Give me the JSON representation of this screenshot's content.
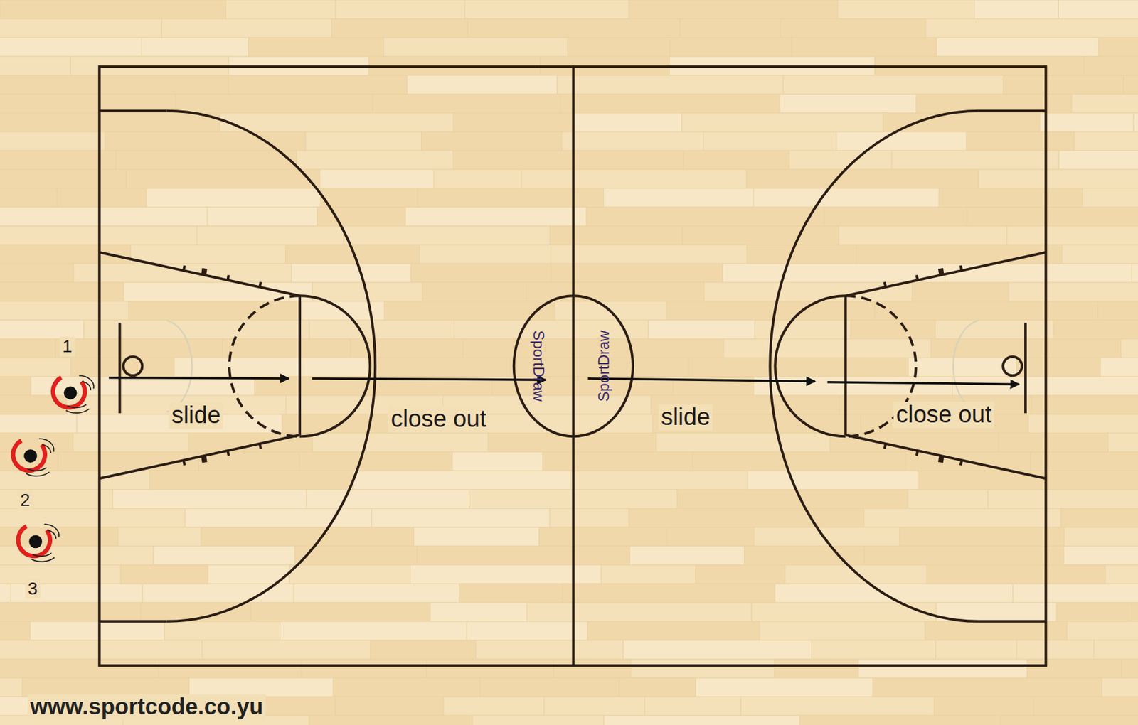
{
  "diagram": {
    "labels": [
      "1",
      "2",
      "3",
      "slide",
      "close out",
      "slide",
      "close out",
      "SportDraw",
      "SportDraw",
      "www.sportcode.co.yu"
    ]
  }
}
